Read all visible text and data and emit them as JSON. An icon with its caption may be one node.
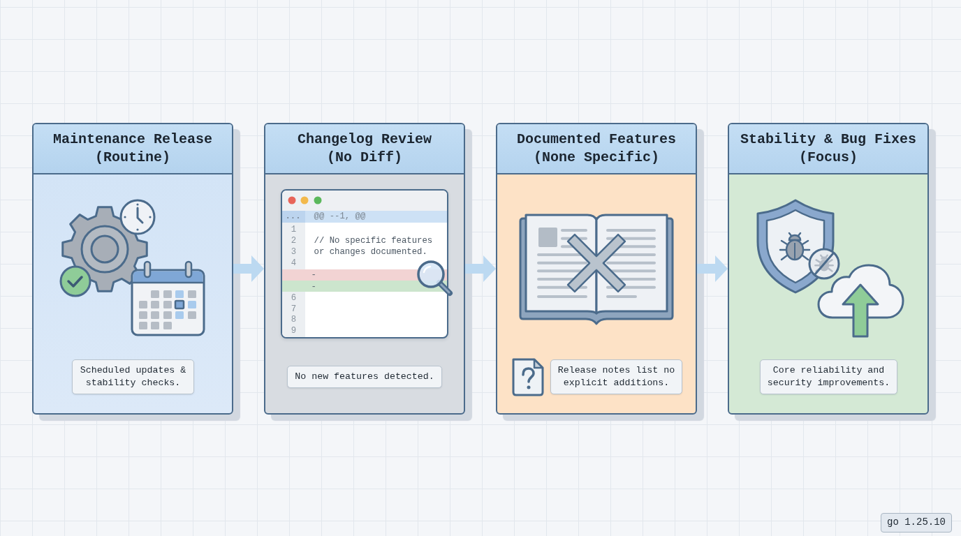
{
  "diagram": {
    "nodes": [
      {
        "text": [
          "Maintenance Release (Routine)"
        ]
      },
      {
        "text": [
          "Scheduled updates & stability checks."
        ],
        "in": 0
      },
      {
        "text": [
          "Changelog Review (No Diff)"
        ]
      },
      {
        "text": [
          "No new features detected."
        ],
        "in": 2
      },
      {
        "text": [
          "Documented Features (None Specific)"
        ]
      },
      {
        "text": [
          "Release notes list no explicit additions."
        ],
        "in": 4
      },
      {
        "text": [
          "Stability & Bug Fixes (Focus)"
        ]
      },
      {
        "text": [
          "Core reliability and security improvements."
        ],
        "in": 6
      }
    ],
    "edges": [
      {
        "from": 0,
        "to": 2,
        "arrow": "to"
      },
      {
        "from": 2,
        "to": 4,
        "arrow": "to"
      },
      {
        "from": 4,
        "to": 6,
        "arrow": "to"
      }
    ],
    "labels": [
      "...",
      "@@ --1, @@",
      "1",
      "2",
      "// No specific features or changes documented.",
      "3",
      "4",
      "-",
      "-",
      "6",
      "7",
      "8",
      "9",
      "go 1.25.10"
    ]
  }
}
